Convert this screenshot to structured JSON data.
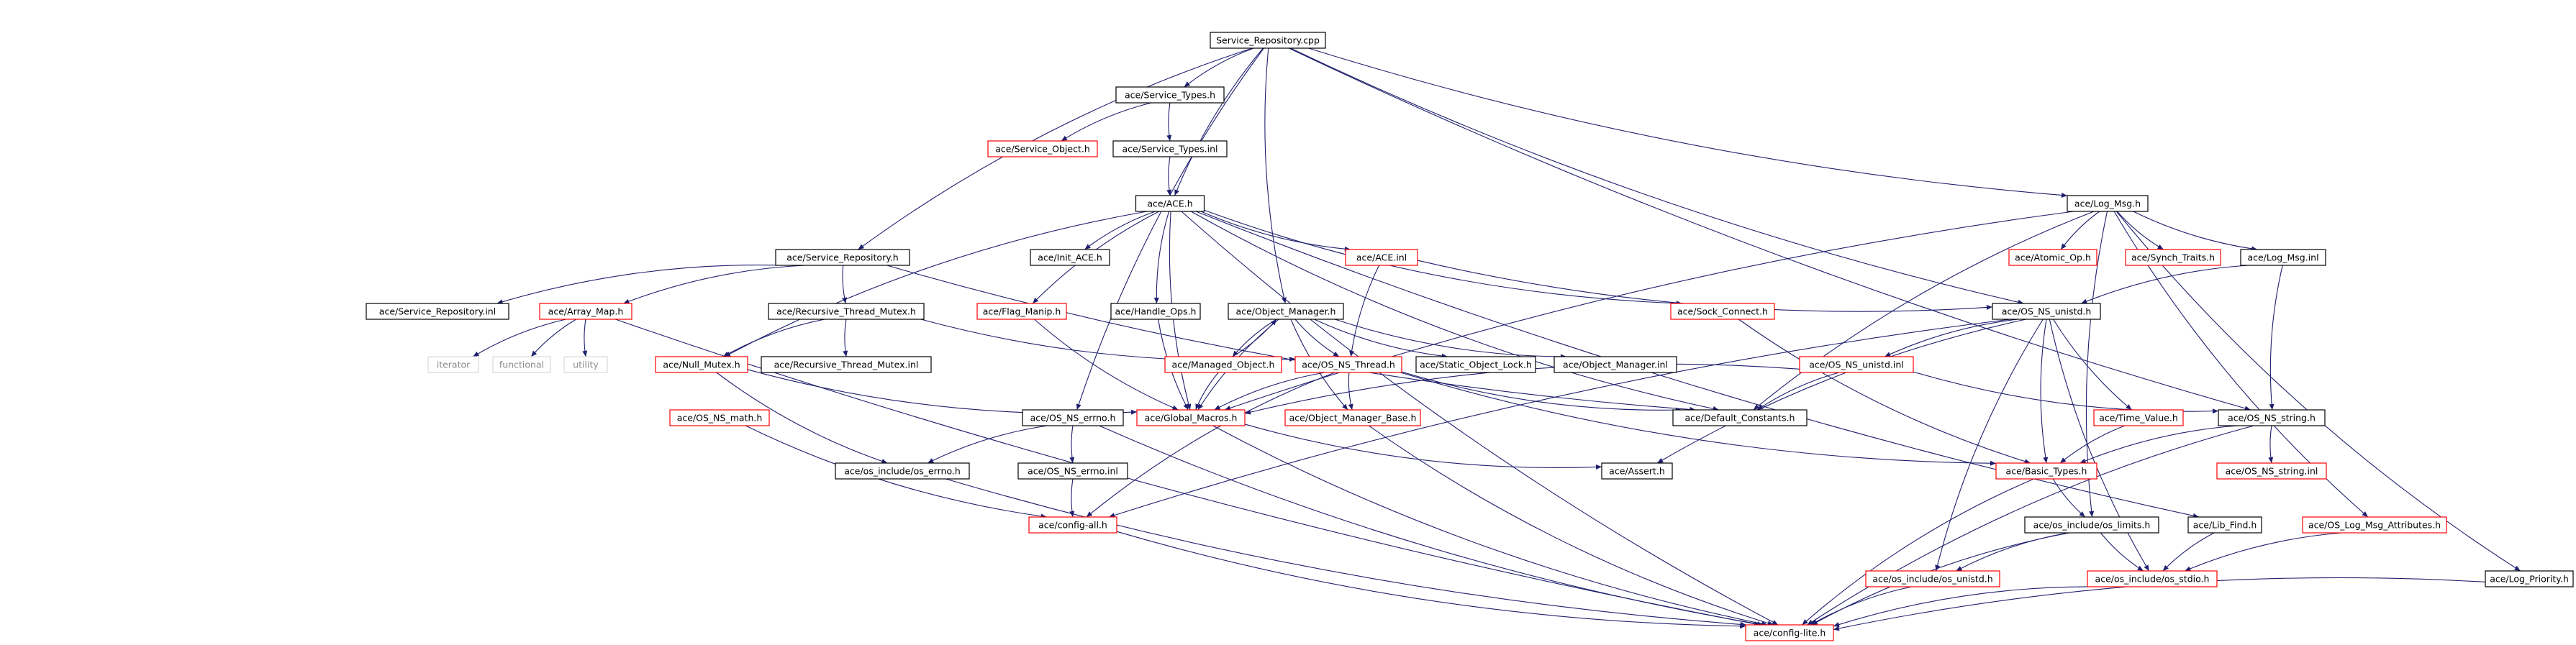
{
  "colors": {
    "root_fill": "#bfbfbf",
    "node_border": "#000000",
    "missing_border": "#ff0000",
    "external_text": "#8a8a8a",
    "edge": "#1f1f6e"
  },
  "nodes": [
    {
      "id": "root",
      "label": "Service_Repository.cpp",
      "kind": "root"
    },
    {
      "id": "stypes",
      "label": "ace/Service_Types.h",
      "kind": "normal"
    },
    {
      "id": "sobj",
      "label": "ace/Service_Object.h",
      "kind": "missing"
    },
    {
      "id": "stypesinl",
      "label": "ace/Service_Types.inl",
      "kind": "normal"
    },
    {
      "id": "ace",
      "label": "ace/ACE.h",
      "kind": "normal"
    },
    {
      "id": "initace",
      "label": "ace/Init_ACE.h",
      "kind": "normal"
    },
    {
      "id": "aceinl",
      "label": "ace/ACE.inl",
      "kind": "missing"
    },
    {
      "id": "srepo",
      "label": "ace/Service_Repository.h",
      "kind": "normal"
    },
    {
      "id": "srepoinl",
      "label": "ace/Service_Repository.inl",
      "kind": "normal"
    },
    {
      "id": "arraymap",
      "label": "ace/Array_Map.h",
      "kind": "missing"
    },
    {
      "id": "iterator",
      "label": "iterator",
      "kind": "external"
    },
    {
      "id": "functional",
      "label": "functional",
      "kind": "external"
    },
    {
      "id": "utility",
      "label": "utility",
      "kind": "external"
    },
    {
      "id": "rtm",
      "label": "ace/Recursive_Thread_Mutex.h",
      "kind": "normal"
    },
    {
      "id": "rtminl",
      "label": "ace/Recursive_Thread_Mutex.inl",
      "kind": "normal"
    },
    {
      "id": "nullmutex",
      "label": "ace/Null_Mutex.h",
      "kind": "missing"
    },
    {
      "id": "nsmath",
      "label": "ace/OS_NS_math.h",
      "kind": "missing"
    },
    {
      "id": "flagmanip",
      "label": "ace/Flag_Manip.h",
      "kind": "missing"
    },
    {
      "id": "handleops",
      "label": "ace/Handle_Ops.h",
      "kind": "normal"
    },
    {
      "id": "objmgr",
      "label": "ace/Object_Manager.h",
      "kind": "normal"
    },
    {
      "id": "managedobj",
      "label": "ace/Managed_Object.h",
      "kind": "missing"
    },
    {
      "id": "nsthread",
      "label": "ace/OS_NS_Thread.h",
      "kind": "missing"
    },
    {
      "id": "staticobjlock",
      "label": "ace/Static_Object_Lock.h",
      "kind": "normal"
    },
    {
      "id": "objmgrinl",
      "label": "ace/Object_Manager.inl",
      "kind": "normal"
    },
    {
      "id": "sockconnect",
      "label": "ace/Sock_Connect.h",
      "kind": "missing"
    },
    {
      "id": "globalmacros",
      "label": "ace/Global_Macros.h",
      "kind": "missing"
    },
    {
      "id": "objmgrbase",
      "label": "ace/Object_Manager_Base.h",
      "kind": "missing"
    },
    {
      "id": "nserrno",
      "label": "ace/OS_NS_errno.h",
      "kind": "normal"
    },
    {
      "id": "nserrnoinl",
      "label": "ace/OS_NS_errno.inl",
      "kind": "normal"
    },
    {
      "id": "oserrno",
      "label": "ace/os_include/os_errno.h",
      "kind": "normal"
    },
    {
      "id": "configall",
      "label": "ace/config-all.h",
      "kind": "missing"
    },
    {
      "id": "logmsg",
      "label": "ace/Log_Msg.h",
      "kind": "normal"
    },
    {
      "id": "atomicop",
      "label": "ace/Atomic_Op.h",
      "kind": "missing"
    },
    {
      "id": "synchtraits",
      "label": "ace/Synch_Traits.h",
      "kind": "missing"
    },
    {
      "id": "logmsginl",
      "label": "ace/Log_Msg.inl",
      "kind": "normal"
    },
    {
      "id": "nsunistd",
      "label": "ace/OS_NS_unistd.h",
      "kind": "normal"
    },
    {
      "id": "nsunistdinl",
      "label": "ace/OS_NS_unistd.inl",
      "kind": "missing"
    },
    {
      "id": "defconst",
      "label": "ace/Default_Constants.h",
      "kind": "normal"
    },
    {
      "id": "timevalue",
      "label": "ace/Time_Value.h",
      "kind": "missing"
    },
    {
      "id": "nsstring",
      "label": "ace/OS_NS_string.h",
      "kind": "normal"
    },
    {
      "id": "nsstringinl",
      "label": "ace/OS_NS_string.inl",
      "kind": "missing"
    },
    {
      "id": "basictypes",
      "label": "ace/Basic_Types.h",
      "kind": "missing"
    },
    {
      "id": "assert",
      "label": "ace/Assert.h",
      "kind": "normal"
    },
    {
      "id": "oslimits",
      "label": "ace/os_include/os_limits.h",
      "kind": "normal"
    },
    {
      "id": "libfind",
      "label": "ace/Lib_Find.h",
      "kind": "normal"
    },
    {
      "id": "logmsgattr",
      "label": "ace/OS_Log_Msg_Attributes.h",
      "kind": "missing"
    },
    {
      "id": "osunistd",
      "label": "ace/os_include/os_unistd.h",
      "kind": "missing"
    },
    {
      "id": "osstdio",
      "label": "ace/os_include/os_stdio.h",
      "kind": "missing"
    },
    {
      "id": "logpriority",
      "label": "ace/Log_Priority.h",
      "kind": "normal"
    },
    {
      "id": "configlite",
      "label": "ace/config-lite.h",
      "kind": "missing"
    }
  ],
  "edges": [
    [
      "root",
      "stypes"
    ],
    [
      "root",
      "ace"
    ],
    [
      "root",
      "srepo"
    ],
    [
      "root",
      "objmgr"
    ],
    [
      "root",
      "nserrno"
    ],
    [
      "root",
      "logmsg"
    ],
    [
      "root",
      "nsunistd"
    ],
    [
      "root",
      "nsstring"
    ],
    [
      "stypes",
      "sobj"
    ],
    [
      "stypes",
      "stypesinl"
    ],
    [
      "stypesinl",
      "ace"
    ],
    [
      "ace",
      "initace"
    ],
    [
      "ace",
      "aceinl"
    ],
    [
      "ace",
      "flagmanip"
    ],
    [
      "ace",
      "handleops"
    ],
    [
      "ace",
      "nullmutex"
    ],
    [
      "ace",
      "configlite"
    ],
    [
      "ace",
      "defconst"
    ],
    [
      "ace",
      "sockconnect"
    ],
    [
      "ace",
      "libfind"
    ],
    [
      "ace",
      "globalmacros"
    ],
    [
      "aceinl",
      "nsunistd"
    ],
    [
      "aceinl",
      "nsthread"
    ],
    [
      "srepo",
      "srepoinl"
    ],
    [
      "srepo",
      "arraymap"
    ],
    [
      "srepo",
      "rtm"
    ],
    [
      "srepo",
      "defconst"
    ],
    [
      "arraymap",
      "iterator"
    ],
    [
      "arraymap",
      "functional"
    ],
    [
      "arraymap",
      "utility"
    ],
    [
      "arraymap",
      "configlite"
    ],
    [
      "rtm",
      "rtminl"
    ],
    [
      "rtm",
      "nullmutex"
    ],
    [
      "rtm",
      "nsthread"
    ],
    [
      "nullmutex",
      "globalmacros"
    ],
    [
      "nullmutex",
      "oserrno"
    ],
    [
      "nsmath",
      "configall"
    ],
    [
      "flagmanip",
      "globalmacros"
    ],
    [
      "handleops",
      "globalmacros"
    ],
    [
      "objmgr",
      "managedobj"
    ],
    [
      "objmgr",
      "nsthread"
    ],
    [
      "objmgr",
      "staticobjlock"
    ],
    [
      "objmgr",
      "objmgrinl"
    ],
    [
      "objmgr",
      "objmgrbase"
    ],
    [
      "objmgr",
      "globalmacros"
    ],
    [
      "managedobj",
      "objmgr"
    ],
    [
      "managedobj",
      "globalmacros"
    ],
    [
      "nsthread",
      "globalmacros"
    ],
    [
      "nsthread",
      "objmgrbase"
    ],
    [
      "nsthread",
      "defconst"
    ],
    [
      "nsthread",
      "basictypes"
    ],
    [
      "nsthread",
      "configall"
    ],
    [
      "globalmacros",
      "assert"
    ],
    [
      "globalmacros",
      "configlite"
    ],
    [
      "objmgrbase",
      "configlite"
    ],
    [
      "nserrno",
      "oserrno"
    ],
    [
      "nserrno",
      "nserrnoinl"
    ],
    [
      "nserrno",
      "configlite"
    ],
    [
      "nserrnoinl",
      "configall"
    ],
    [
      "oserrno",
      "configlite"
    ],
    [
      "configall",
      "configlite"
    ],
    [
      "sockconnect",
      "basictypes"
    ],
    [
      "logmsg",
      "atomicop"
    ],
    [
      "logmsg",
      "synchtraits"
    ],
    [
      "logmsg",
      "logmsginl"
    ],
    [
      "logmsg",
      "defconst"
    ],
    [
      "logmsg",
      "globalmacros"
    ],
    [
      "logmsg",
      "oslimits"
    ],
    [
      "logmsg",
      "logmsgattr"
    ],
    [
      "logmsg",
      "logpriority"
    ],
    [
      "logmsginl",
      "nsunistd"
    ],
    [
      "logmsginl",
      "nsstring"
    ],
    [
      "nsunistd",
      "nsunistdinl"
    ],
    [
      "nsunistd",
      "timevalue"
    ],
    [
      "nsunistd",
      "basictypes"
    ],
    [
      "nsunistd",
      "osunistd"
    ],
    [
      "nsunistd",
      "osstdio"
    ],
    [
      "nsunistd",
      "assert"
    ],
    [
      "nsunistd",
      "configall"
    ],
    [
      "nsunistdinl",
      "defconst"
    ],
    [
      "nsunistdinl",
      "nsstring"
    ],
    [
      "nsunistdinl",
      "globalmacros"
    ],
    [
      "timevalue",
      "basictypes"
    ],
    [
      "nsstring",
      "nsstringinl"
    ],
    [
      "nsstring",
      "basictypes"
    ],
    [
      "nsstring",
      "configlite"
    ],
    [
      "basictypes",
      "oslimits"
    ],
    [
      "basictypes",
      "configlite"
    ],
    [
      "oslimits",
      "osunistd"
    ],
    [
      "oslimits",
      "osstdio"
    ],
    [
      "oslimits",
      "configlite"
    ],
    [
      "libfind",
      "osstdio"
    ],
    [
      "logmsgattr",
      "osstdio"
    ],
    [
      "osunistd",
      "configlite"
    ],
    [
      "osstdio",
      "configlite"
    ],
    [
      "logpriority",
      "configlite"
    ]
  ]
}
